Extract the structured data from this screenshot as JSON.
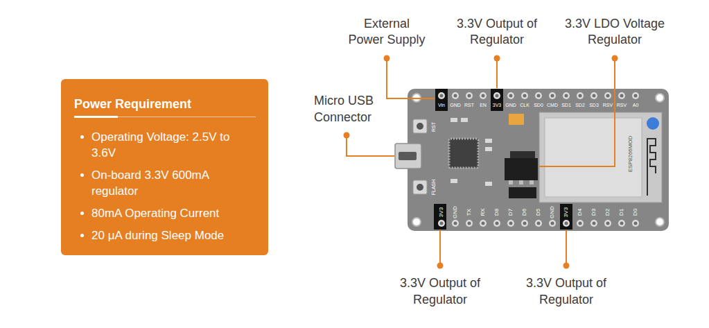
{
  "diagram": {
    "nodes": [
      {
        "text": [
          "Power Requirement",
          "Operating Voltage: 2.5V to 3.6V",
          "On-board 3.3V 600mA regulator",
          "80mA Operating Current",
          "20 μA during Sleep Mode"
        ]
      }
    ],
    "labels": [
      "External Power Supply",
      "3.3V Output of Regulator",
      "3.3V LDO Voltage Regulator",
      "Micro USB Connector",
      "3.3V Output of Regulator",
      "3.3V Output of Regulator",
      "Vin",
      "GND",
      "RST",
      "EN",
      "3V3",
      "GND",
      "CLK",
      "SD0",
      "CMD",
      "SD1",
      "SD2",
      "SD3",
      "RSV",
      "RSV",
      "A0",
      "3V3",
      "GND",
      "TX",
      "RX",
      "D8",
      "D7",
      "D6",
      "D5",
      "GND",
      "3V3",
      "D4",
      "D3",
      "D2",
      "D1",
      "D0",
      "RST",
      "FLASH",
      "ESP8266MOD"
    ]
  }
}
